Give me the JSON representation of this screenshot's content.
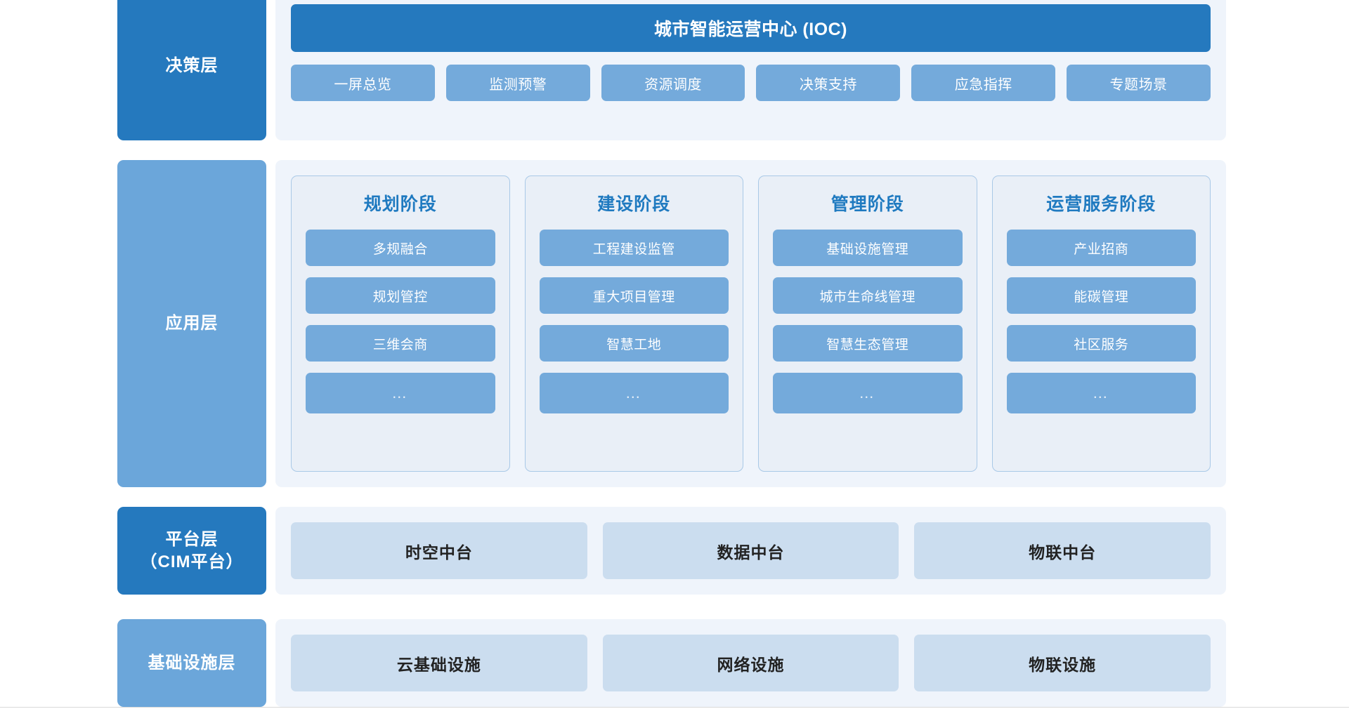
{
  "colors": {
    "layer_label_strong": "#2579BE",
    "layer_label_soft": "#6BA6DA",
    "panel_bg": "#EFF4FB",
    "chip_blue": "#74AADB",
    "card_bg": "#E9EFF7",
    "card_border": "#A9C9E7",
    "title_blue": "#1F7AC0",
    "platform_box": "#CBDDEF",
    "white": "#FFFFFF"
  },
  "decision_layer": {
    "label": "决策层",
    "banner": "城市智能运营中心 (IOC)",
    "chips": [
      "一屏总览",
      "监测预警",
      "资源调度",
      "决策支持",
      "应急指挥",
      "专题场景"
    ]
  },
  "application_layer": {
    "label": "应用层",
    "columns": [
      {
        "title": "规划阶段",
        "items": [
          "多规融合",
          "规划管控",
          "三维会商",
          "…"
        ]
      },
      {
        "title": "建设阶段",
        "items": [
          "工程建设监管",
          "重大项目管理",
          "智慧工地",
          "…"
        ]
      },
      {
        "title": "管理阶段",
        "items": [
          "基础设施管理",
          "城市生命线管理",
          "智慧生态管理",
          "…"
        ]
      },
      {
        "title": "运营服务阶段",
        "items": [
          "产业招商",
          "能碳管理",
          "社区服务",
          "…"
        ]
      }
    ]
  },
  "platform_layer": {
    "label_line1": "平台层",
    "label_line2": "（CIM平台）",
    "boxes": [
      "时空中台",
      "数据中台",
      "物联中台"
    ]
  },
  "infrastructure_layer": {
    "label": "基础设施层",
    "boxes": [
      "云基础设施",
      "网络设施",
      "物联设施"
    ]
  }
}
